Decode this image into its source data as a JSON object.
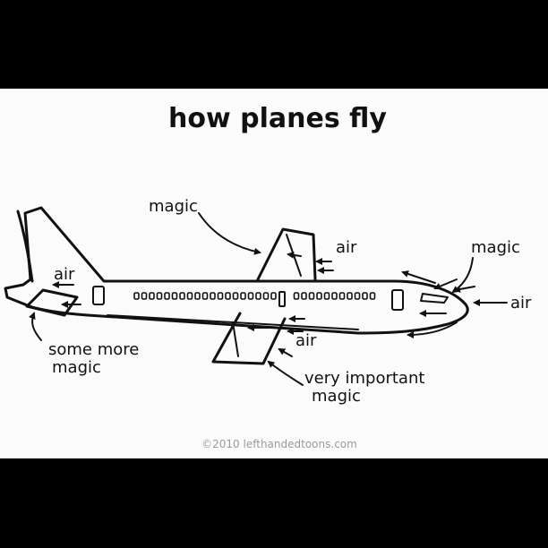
{
  "title": "how planes fly",
  "labels": {
    "magic_top": "magic",
    "air_wing": "air",
    "magic_nose": "magic",
    "air_nose": "air",
    "air_tail": "air",
    "some_more_magic_1": "some more",
    "some_more_magic_2": "magic",
    "air_lower_wing": "air",
    "very_important_1": "very important",
    "very_important_2": "magic"
  },
  "credit": "©2010  lefthandedtoons.com",
  "colors": {
    "ink": "#111111",
    "paper": "#fbfbfb",
    "letterbox": "#000000",
    "credit": "#9a9a9a"
  }
}
